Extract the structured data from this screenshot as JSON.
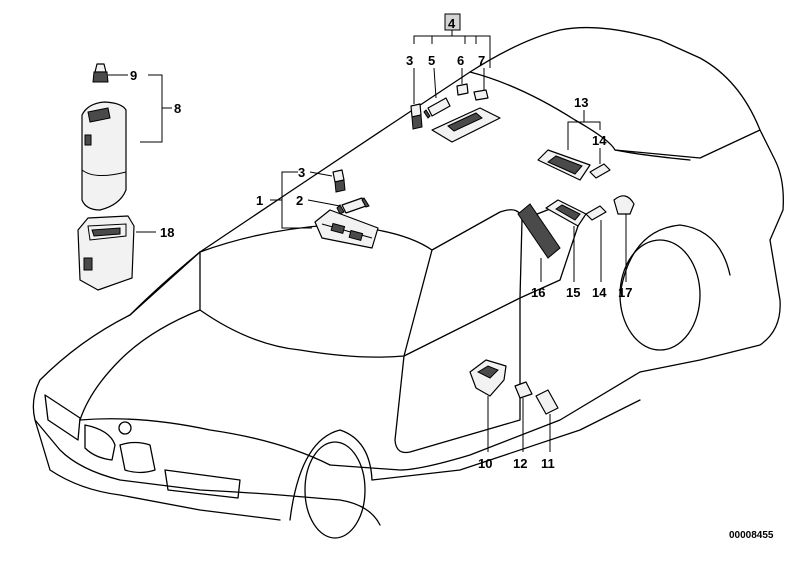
{
  "diagram": {
    "callouts": [
      "1",
      "2",
      "3",
      "3",
      "4",
      "5",
      "6",
      "7",
      "8",
      "9",
      "10",
      "11",
      "12",
      "13",
      "14",
      "14",
      "15",
      "16",
      "17",
      "18"
    ],
    "drawing_number": "00008455"
  }
}
